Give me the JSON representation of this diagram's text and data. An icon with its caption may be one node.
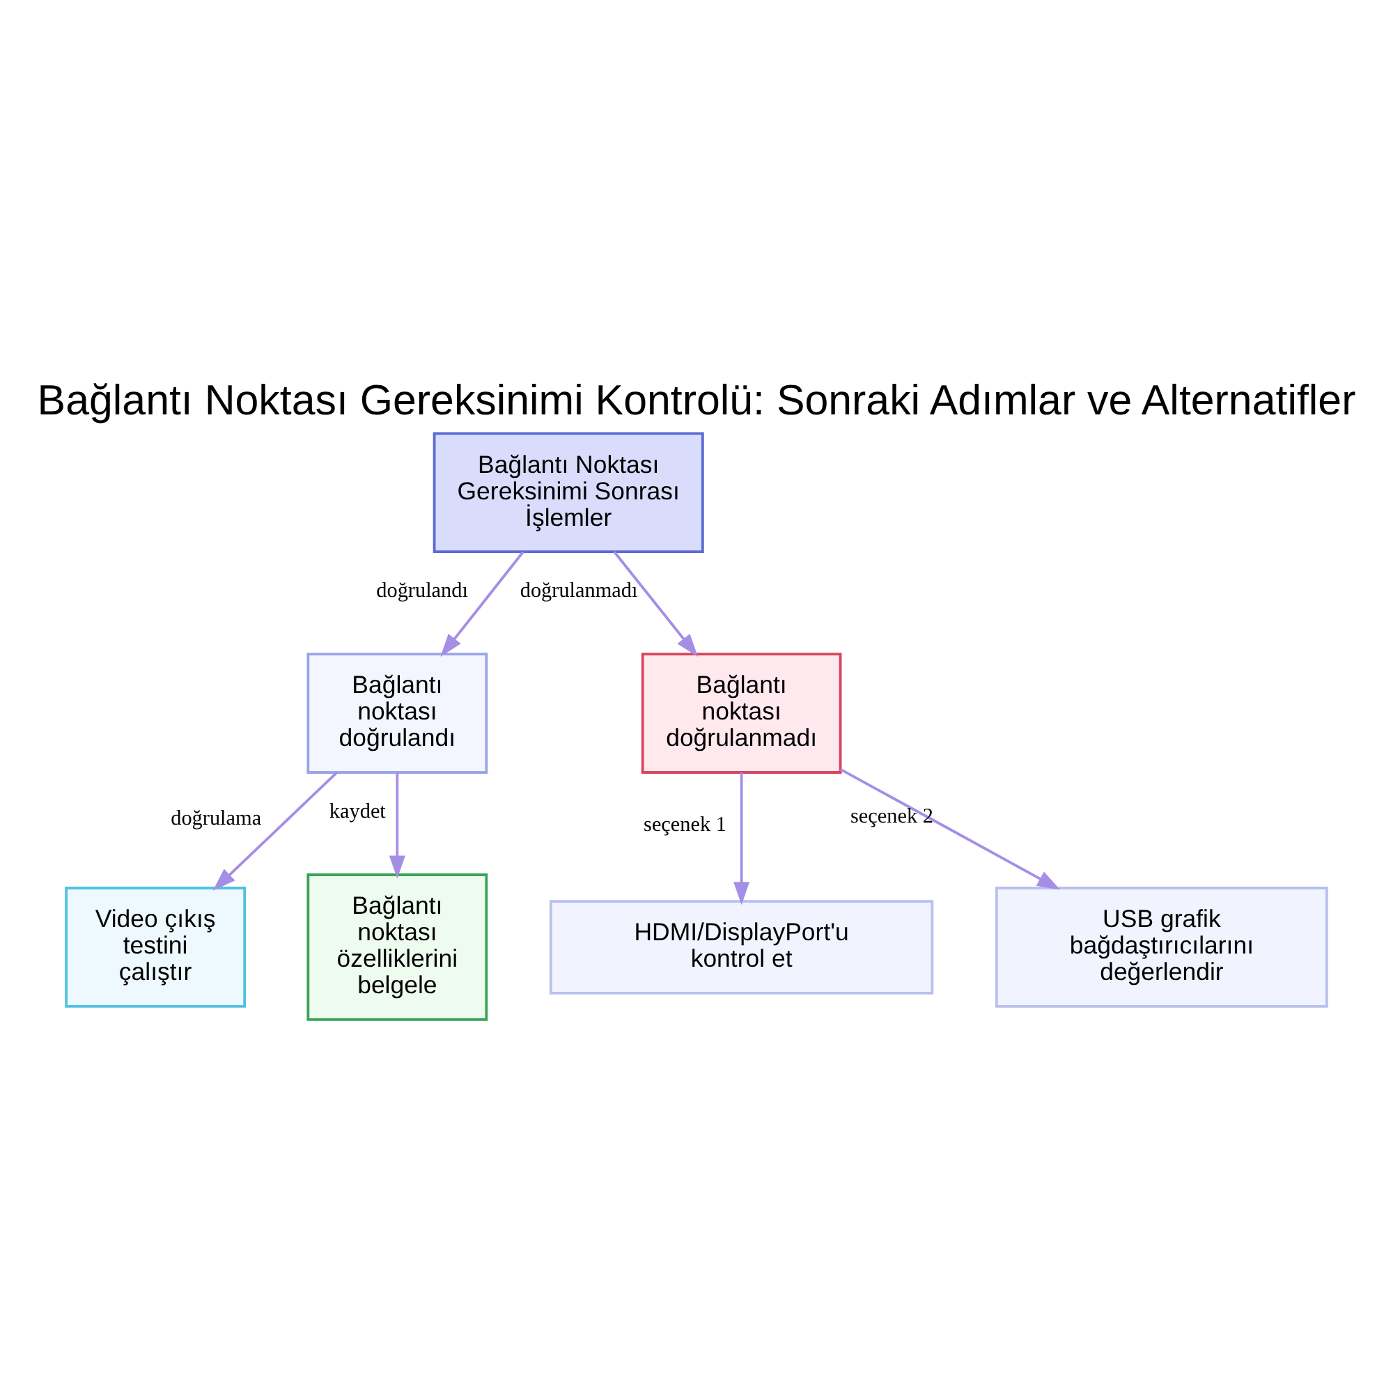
{
  "diagram": {
    "title": "Bağlantı Noktası Gereksinimi Kontrolü: Sonraki Adımlar ve Alternatifler",
    "nodes": [
      {
        "text": [
          "Bağlantı Noktası Gereksinimi Sonrası İşlemler"
        ]
      },
      {
        "text": [
          "Bağlantı noktası doğrulandı"
        ]
      },
      {
        "text": [
          "Bağlantı noktası doğrulanmadı"
        ]
      },
      {
        "text": [
          "Video çıkış testini çalıştır"
        ]
      },
      {
        "text": [
          "Bağlantı noktası özelliklerini belgele"
        ]
      },
      {
        "text": [
          "HDMI/DisplayPort'u kontrol et"
        ]
      },
      {
        "text": [
          "USB grafik bağdaştırıcılarını değerlendir"
        ]
      }
    ],
    "edges": [
      {
        "from": 0,
        "to": 1,
        "arrow": "to",
        "label": "doğrulandı"
      },
      {
        "from": 0,
        "to": 2,
        "arrow": "to",
        "label": "doğrulanmadı"
      },
      {
        "from": 1,
        "to": 3,
        "arrow": "to",
        "label": "doğrulama"
      },
      {
        "from": 1,
        "to": 4,
        "arrow": "to",
        "label": "kaydet"
      },
      {
        "from": 2,
        "to": 5,
        "arrow": "to",
        "label": "seçenek 1"
      },
      {
        "from": 2,
        "to": 6,
        "arrow": "to",
        "label": "seçenek 2"
      }
    ]
  }
}
